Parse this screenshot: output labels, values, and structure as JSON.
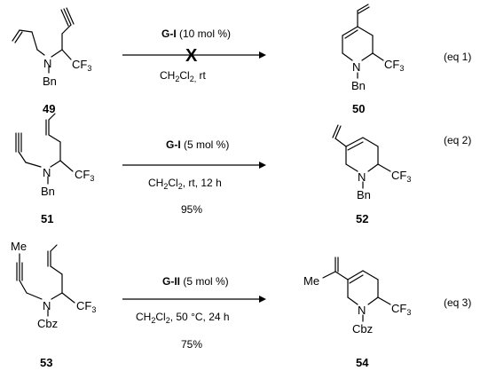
{
  "reactions": [
    {
      "substrate": {
        "id": "49",
        "n_label": "N",
        "n_sub": "Bn",
        "cf3": "CF",
        "cf3_sub": "3"
      },
      "product": {
        "id": "50",
        "n_label": "N",
        "n_sub": "Bn",
        "cf3": "CF",
        "cf3_sub": "3"
      },
      "catalyst": "G-I",
      "catalyst_loading": " (10 mol %)",
      "conditions_main": "CH",
      "conditions_sub1": "2",
      "conditions_cl": "Cl",
      "conditions_sub2": "2,",
      "conditions_rest": " rt",
      "blocked_mark": "X",
      "yield": "",
      "label": "(eq 1)"
    },
    {
      "substrate": {
        "id": "51",
        "n_label": "N",
        "n_sub": "Bn",
        "cf3": "CF",
        "cf3_sub": "3"
      },
      "product": {
        "id": "52",
        "n_label": "N",
        "n_sub": "Bn",
        "cf3": "CF",
        "cf3_sub": "3"
      },
      "catalyst": "G-I",
      "catalyst_loading": " (5 mol %)",
      "conditions_main": "CH",
      "conditions_sub1": "2",
      "conditions_cl": "Cl",
      "conditions_sub2": "2",
      "conditions_rest": ", rt, 12 h",
      "yield": "95%",
      "label": "(eq 2)"
    },
    {
      "substrate": {
        "id": "53",
        "n_label": "N",
        "n_sub": "Cbz",
        "cf3": "CF",
        "cf3_sub": "3",
        "me": "Me"
      },
      "product": {
        "id": "54",
        "n_label": "N",
        "n_sub": "Cbz",
        "cf3": "CF",
        "cf3_sub": "3",
        "me": "Me"
      },
      "catalyst": "G-II",
      "catalyst_loading": " (5 mol %)",
      "conditions_main": "CH",
      "conditions_sub1": "2",
      "conditions_cl": "Cl",
      "conditions_sub2": "2",
      "conditions_rest": ", 50 °C, 24 h",
      "yield": "75%",
      "label": "(eq 3)"
    }
  ]
}
